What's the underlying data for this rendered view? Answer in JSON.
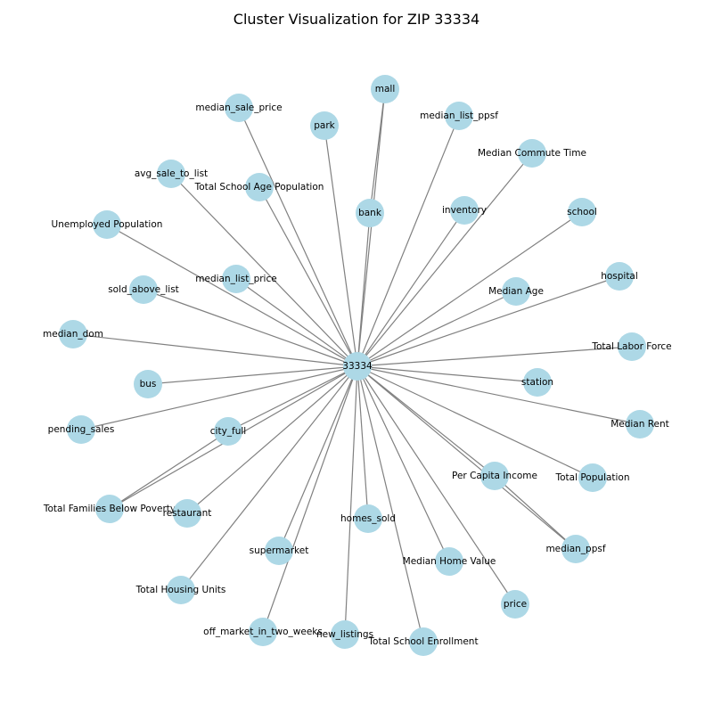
{
  "title": "Cluster Visualization for ZIP 33334",
  "colors": {
    "node": "#add8e6",
    "edge": "#808080"
  },
  "graph": {
    "center": "33334",
    "nodes": [
      "mall",
      "median_sale_price",
      "park",
      "median_list_ppsf",
      "Median Commute Time",
      "avg_sale_to_list",
      "Total School Age Population",
      "bank",
      "inventory",
      "school",
      "Unemployed Population",
      "hospital",
      "median_list_price",
      "sold_above_list",
      "Median Age",
      "median_dom",
      "Total Labor Force",
      "bus",
      "station",
      "Median Rent",
      "pending_sales",
      "city_full",
      "Per Capita Income",
      "Total Population",
      "Total Families Below Poverty",
      "restaurant",
      "homes_sold",
      "median_ppsf",
      "supermarket",
      "Median Home Value",
      "Total Housing Units",
      "price",
      "off_market_in_two_weeks",
      "new_listings",
      "Total School Enrollment"
    ],
    "extra_edges": [
      [
        "city_full",
        "Total Families Below Poverty"
      ],
      [
        "Per Capita Income",
        "median_ppsf"
      ],
      [
        "bank",
        "mall"
      ]
    ]
  }
}
